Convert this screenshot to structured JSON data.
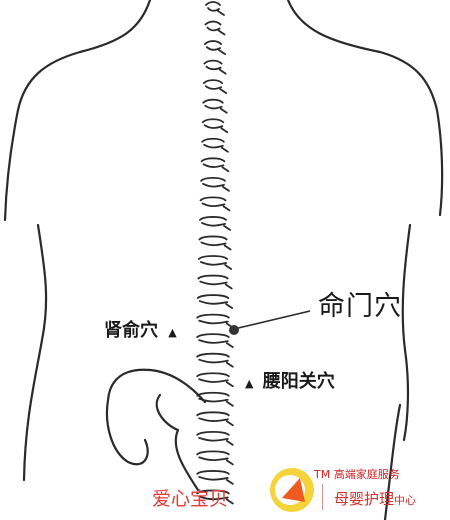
{
  "labels": {
    "mingmen": "命门穴",
    "shenshu": "肾俞穴",
    "yaoyangguan": "腰阳关穴",
    "triangle_marker": "▲"
  },
  "watermark": {
    "left_text": "爱心宝贝",
    "right_tagline": "TM 高端家庭服务",
    "right_main": "母婴护理",
    "right_suffix": "中心"
  },
  "colors": {
    "line": "#2a2a2a",
    "point": "#333333",
    "watermark_red": "#e43a3a",
    "logo_yellow": "#f2c200"
  }
}
